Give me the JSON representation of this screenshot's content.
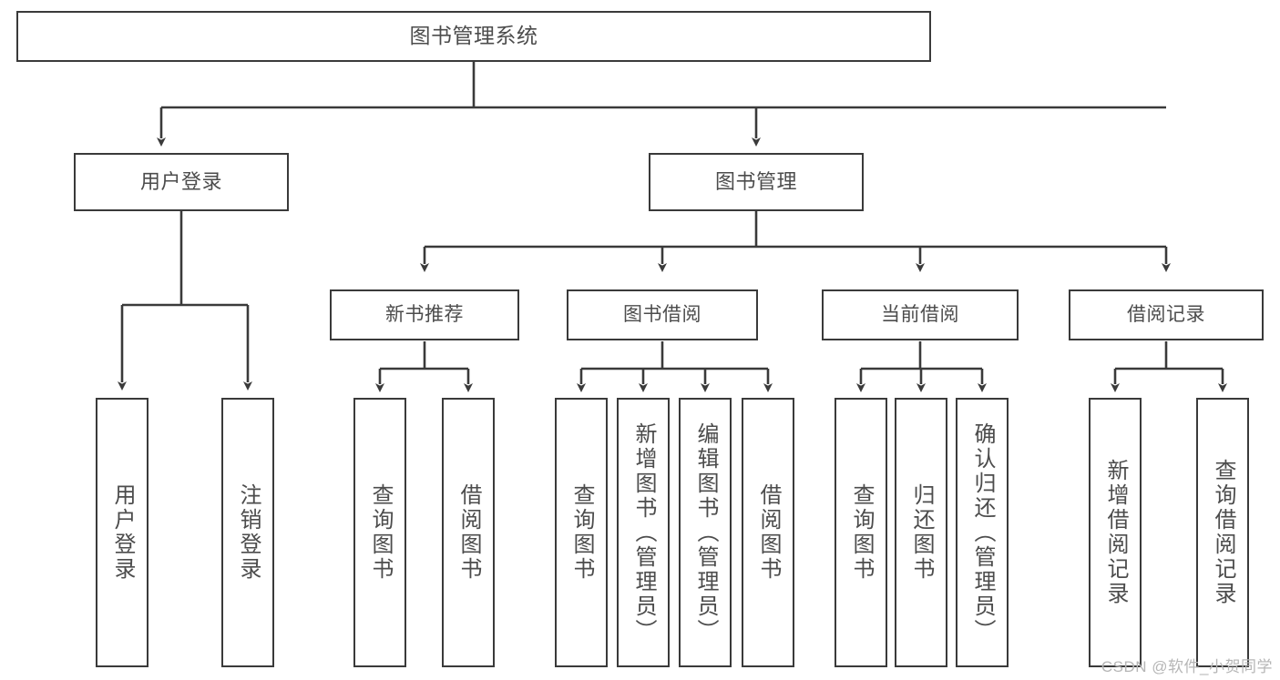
{
  "diagram": {
    "title": "图书管理系统",
    "type": "tree",
    "colors": {
      "background": "#ffffff",
      "box_border": "#3a3a3a",
      "box_fill": "#ffffff",
      "text": "#4c4c4c",
      "connector": "#3a3a3a",
      "watermark": "#b6b6b6"
    },
    "watermark": "CSDN @软件_小贺同学",
    "nodes": {
      "root": {
        "label": "图书管理系统"
      },
      "level2": [
        {
          "id": "user-login",
          "label": "用户登录"
        },
        {
          "id": "book-manage",
          "label": "图书管理"
        }
      ],
      "level3": [
        {
          "id": "new-book-recommend",
          "label": "新书推荐"
        },
        {
          "id": "book-borrow",
          "label": "图书借阅"
        },
        {
          "id": "current-borrow",
          "label": "当前借阅"
        },
        {
          "id": "borrow-record",
          "label": "借阅记录"
        }
      ],
      "leaves": {
        "user-login": [
          {
            "id": "leaf-user-login",
            "label": "用户登录"
          },
          {
            "id": "leaf-logout-login",
            "label": "注销登录"
          }
        ],
        "new-book-recommend": [
          {
            "id": "leaf-query-book-1",
            "label": "查询图书"
          },
          {
            "id": "leaf-borrow-book-1",
            "label": "借阅图书"
          }
        ],
        "book-borrow": [
          {
            "id": "leaf-query-book-2",
            "label": "查询图书"
          },
          {
            "id": "leaf-add-book",
            "label": "新增图书（管理员）"
          },
          {
            "id": "leaf-edit-book",
            "label": "编辑图书（管理员）"
          },
          {
            "id": "leaf-borrow-book-2",
            "label": "借阅图书"
          }
        ],
        "current-borrow": [
          {
            "id": "leaf-query-book-3",
            "label": "查询图书"
          },
          {
            "id": "leaf-return-book",
            "label": "归还图书"
          },
          {
            "id": "leaf-confirm-return",
            "label": "确认归还（管理员）"
          }
        ],
        "borrow-record": [
          {
            "id": "leaf-add-record",
            "label": "新增借阅记录"
          },
          {
            "id": "leaf-query-record",
            "label": "查询借阅记录"
          }
        ]
      }
    }
  }
}
